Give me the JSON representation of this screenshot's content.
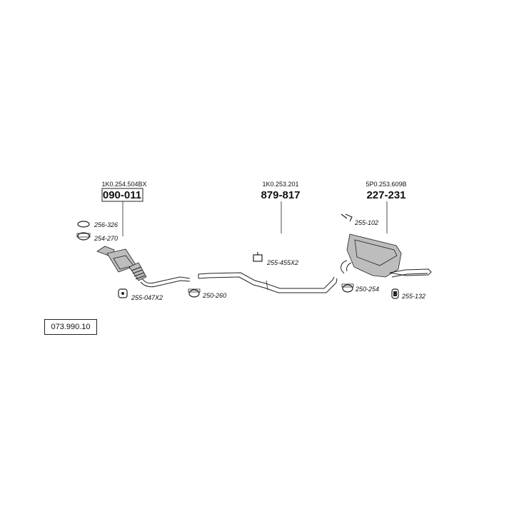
{
  "assembly_number": "073.990.10",
  "sections": [
    {
      "oem": "1K0.254.504BX",
      "part": "090-011"
    },
    {
      "oem": "1K0.253.201",
      "part": "879-817"
    },
    {
      "oem": "5P0.253.609B",
      "part": "227-231"
    }
  ],
  "accessories": [
    {
      "code": "256-326"
    },
    {
      "code": "254-270"
    },
    {
      "code": "255-047X2"
    },
    {
      "code": "250-260"
    },
    {
      "code": "255-455X2"
    },
    {
      "code": "255-102"
    },
    {
      "code": "250-254"
    },
    {
      "code": "255-132"
    }
  ]
}
